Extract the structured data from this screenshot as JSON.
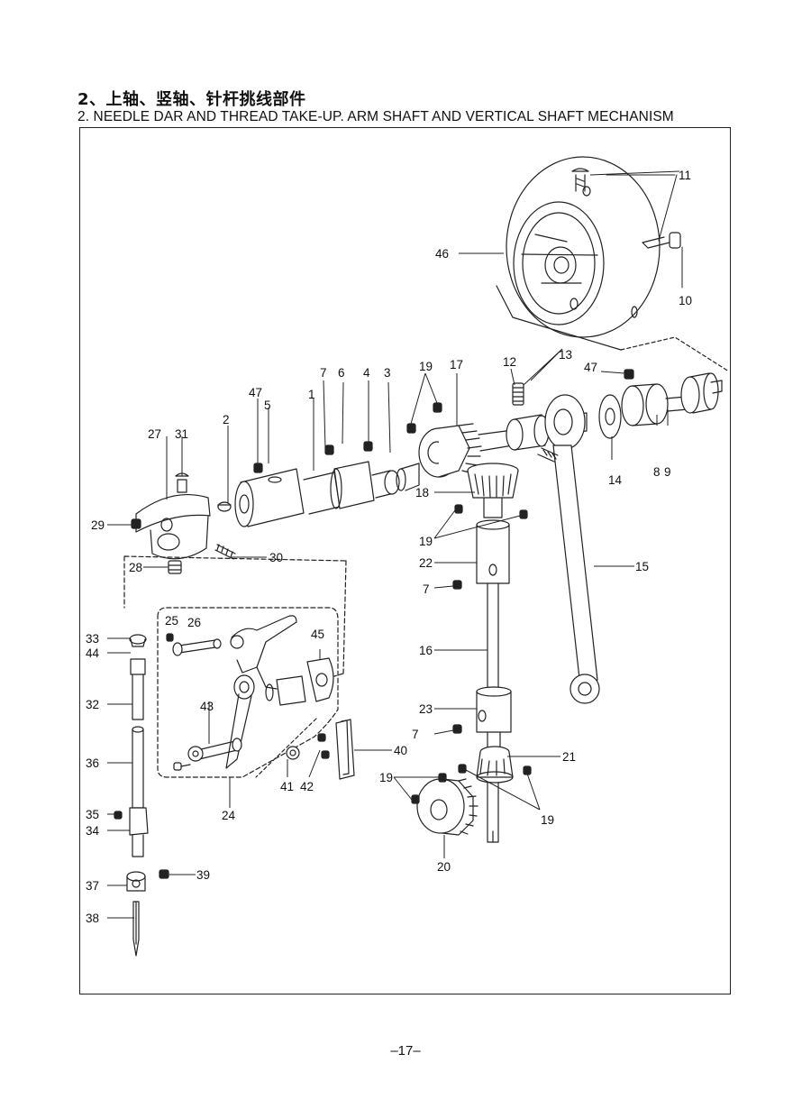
{
  "header": {
    "title_cn": "2、上轴、竖轴、针杆挑线部件",
    "title_en": "2. NEEDLE DAR AND THREAD TAKE-UP. ARM SHAFT AND VERTICAL SHAFT MECHANISM"
  },
  "diagram": {
    "labels": [
      {
        "id": "l11",
        "text": "11"
      },
      {
        "id": "l46",
        "text": "46"
      },
      {
        "id": "l10",
        "text": "10"
      },
      {
        "id": "l13",
        "text": "13"
      },
      {
        "id": "l47a",
        "text": "47"
      },
      {
        "id": "l7a",
        "text": "7"
      },
      {
        "id": "l6",
        "text": "6"
      },
      {
        "id": "l4",
        "text": "4"
      },
      {
        "id": "l3",
        "text": "3"
      },
      {
        "id": "l19a",
        "text": "19"
      },
      {
        "id": "l17",
        "text": "17"
      },
      {
        "id": "l12",
        "text": "12"
      },
      {
        "id": "l47b",
        "text": "47"
      },
      {
        "id": "l5",
        "text": "5"
      },
      {
        "id": "l1",
        "text": "1"
      },
      {
        "id": "l2",
        "text": "2"
      },
      {
        "id": "l27",
        "text": "27"
      },
      {
        "id": "l31",
        "text": "31"
      },
      {
        "id": "l14",
        "text": "14"
      },
      {
        "id": "l8",
        "text": "8"
      },
      {
        "id": "l9",
        "text": "9"
      },
      {
        "id": "l18",
        "text": "18"
      },
      {
        "id": "l29",
        "text": "29"
      },
      {
        "id": "l19b",
        "text": "19"
      },
      {
        "id": "l30",
        "text": "30"
      },
      {
        "id": "l28",
        "text": "28"
      },
      {
        "id": "l22",
        "text": "22"
      },
      {
        "id": "l15",
        "text": "15"
      },
      {
        "id": "l7b",
        "text": "7"
      },
      {
        "id": "l25",
        "text": "25"
      },
      {
        "id": "l26",
        "text": "26"
      },
      {
        "id": "l33",
        "text": "33"
      },
      {
        "id": "l45",
        "text": "45"
      },
      {
        "id": "l44",
        "text": "44"
      },
      {
        "id": "l16",
        "text": "16"
      },
      {
        "id": "l32",
        "text": "32"
      },
      {
        "id": "l43",
        "text": "43"
      },
      {
        "id": "l23",
        "text": "23"
      },
      {
        "id": "l7c",
        "text": "7"
      },
      {
        "id": "l40",
        "text": "40"
      },
      {
        "id": "l21",
        "text": "21"
      },
      {
        "id": "l36",
        "text": "36"
      },
      {
        "id": "l41",
        "text": "41"
      },
      {
        "id": "l42",
        "text": "42"
      },
      {
        "id": "l19c",
        "text": "19"
      },
      {
        "id": "l35",
        "text": "35"
      },
      {
        "id": "l24",
        "text": "24"
      },
      {
        "id": "l19d",
        "text": "19"
      },
      {
        "id": "l34",
        "text": "34"
      },
      {
        "id": "l20",
        "text": "20"
      },
      {
        "id": "l37",
        "text": "37"
      },
      {
        "id": "l39",
        "text": "39"
      },
      {
        "id": "l38",
        "text": "38"
      }
    ]
  },
  "footer": {
    "page_number": "–17–"
  }
}
